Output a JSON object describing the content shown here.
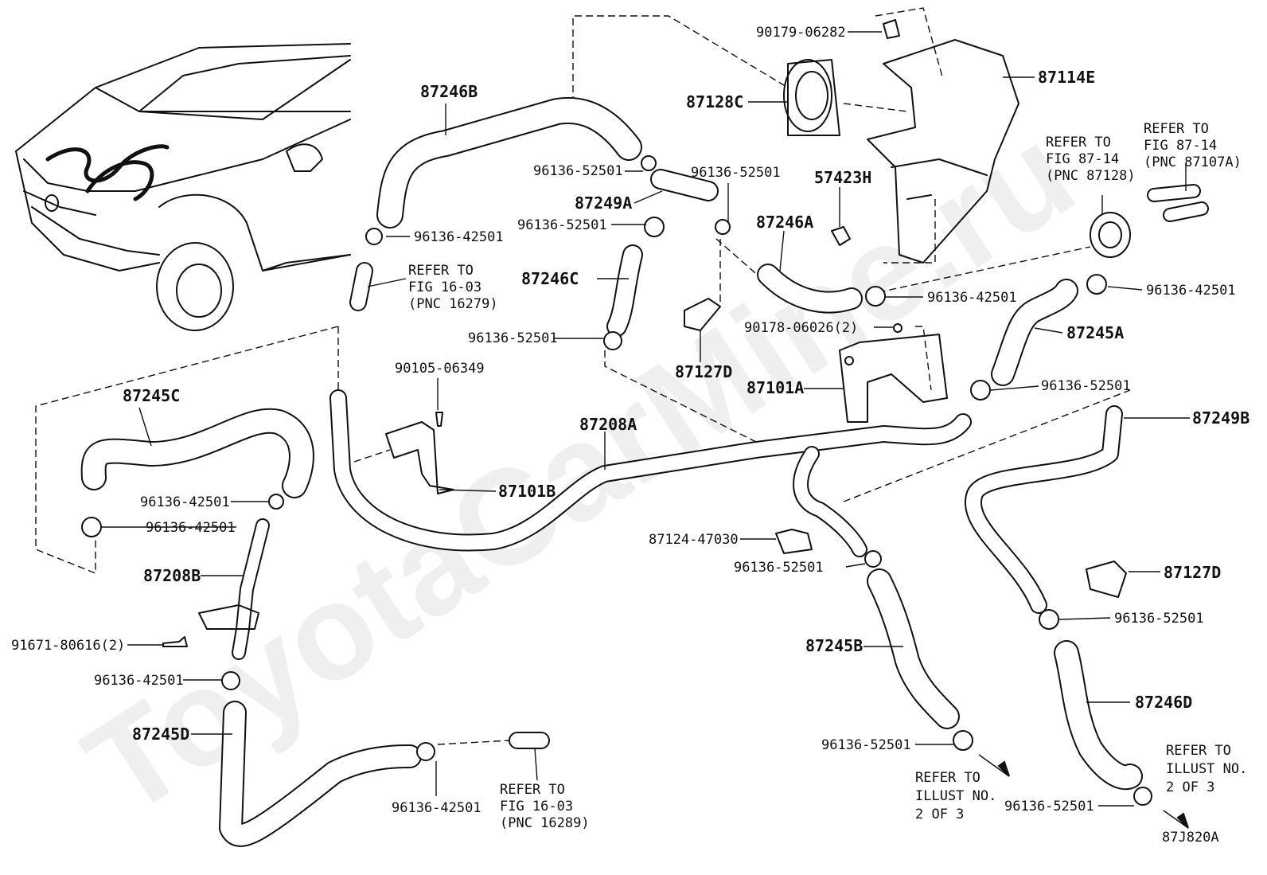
{
  "watermark": "ToyotaCarMine.ru",
  "figure_code": "87J820A",
  "part_labels": {
    "p87246B": "87246B",
    "p87128C": "87128C",
    "p90179_06282": "90179-06282",
    "p87114E": "87114E",
    "p96136_52501_a": "96136-52501",
    "p96136_52501_b": "96136-52501",
    "p87249A": "87249A",
    "p96136_52501_c": "96136-52501",
    "p57423H": "57423H",
    "p87246A": "87246A",
    "p96136_42501_a": "96136-42501",
    "p87246C": "87246C",
    "p96136_42501_b": "96136-42501",
    "p96136_42501_c": "96136-42501",
    "p90178_06026": "90178-06026(2)",
    "p87245A": "87245A",
    "p96136_52501_d": "96136-52501",
    "p87127D_a": "87127D",
    "p87101A": "87101A",
    "p96136_52501_e": "96136-52501",
    "p90105_06349": "90105-06349",
    "p87245C": "87245C",
    "p87208A": "87208A",
    "p87249B": "87249B",
    "p87101B": "87101B",
    "p96136_42501_d": "96136-42501",
    "p96136_42501_e": "96136-42501",
    "p87124_47030": "87124-47030",
    "p96136_52501_f": "96136-52501",
    "p87127D_b": "87127D",
    "p87208B": "87208B",
    "p96136_52501_g": "96136-52501",
    "p91671_80616": "91671-80616(2)",
    "p87245B": "87245B",
    "p96136_42501_f": "96136-42501",
    "p87246D": "87246D",
    "p87245D": "87245D",
    "p96136_52501_h": "96136-52501",
    "p96136_42501_g": "96136-42501",
    "p96136_52501_i": "96136-52501"
  },
  "references": {
    "fig_16_03_a": [
      "REFER TO",
      "FIG 16-03",
      "(PNC 16279)"
    ],
    "fig_87_14_a": [
      "REFER TO",
      "FIG 87-14",
      "(PNC 87128)"
    ],
    "fig_87_14_b": [
      "REFER TO",
      "FIG 87-14",
      "(PNC 87107A)"
    ],
    "fig_16_03_b": [
      "REFER TO",
      "FIG 16-03",
      "(PNC 16289)"
    ],
    "illust_a": [
      "REFER TO",
      "ILLUST NO.",
      "2 OF 3"
    ],
    "illust_b": [
      "REFER TO",
      "ILLUST NO.",
      "2 OF 3"
    ]
  }
}
